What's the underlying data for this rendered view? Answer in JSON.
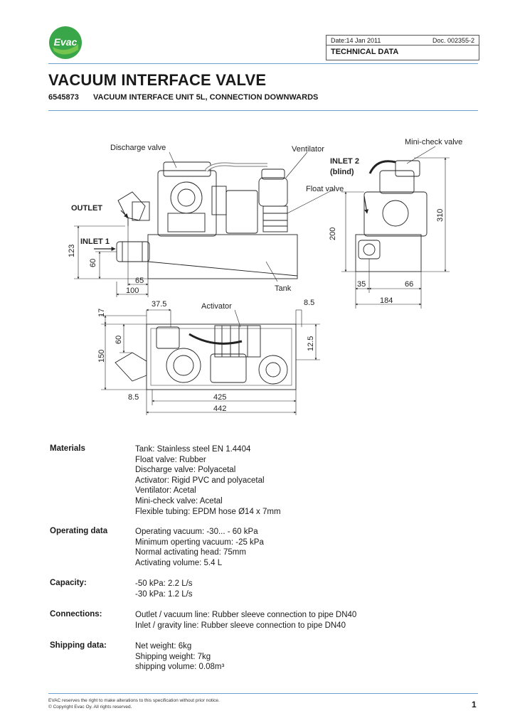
{
  "logo": {
    "text": "Evac"
  },
  "header": {
    "date": "Date:14 Jan 2011",
    "doc": "Doc.  002355-2",
    "section": "TECHNICAL DATA"
  },
  "title": "VACUUM INTERFACE VALVE",
  "subtitle": {
    "code": "6545873",
    "text": "VACUUM INTERFACE UNIT 5L, CONNECTION DOWNWARDS"
  },
  "drawing": {
    "labels": {
      "discharge_valve": "Discharge valve",
      "ventilator": "Ventilator",
      "mini_check_valve": "Mini-check valve",
      "inlet2": "INLET 2",
      "blind": "(blind)",
      "float_valve": "Float valve",
      "outlet": "OUTLET",
      "inlet1": "INLET 1",
      "tank": "Tank",
      "activator": "Activator"
    },
    "dims": {
      "d123": "123",
      "d60a": "60",
      "d65": "65",
      "d100": "100",
      "d200": "200",
      "d310": "310",
      "d35": "35",
      "d66": "66",
      "d184": "184",
      "d37_5": "37.5",
      "d8_5a": "8.5",
      "d17": "17",
      "d60b": "60",
      "d150": "150",
      "d12_5": "12.5",
      "d8_5b": "8.5",
      "d425": "425",
      "d442": "442"
    }
  },
  "specs": [
    {
      "label": "Materials",
      "lines": [
        "Tank: Stainless steel EN 1.4404",
        "Float valve: Rubber",
        "Discharge valve: Polyacetal",
        "Activator: Rigid PVC and polyacetal",
        "Ventilator: Acetal",
        "Mini-check valve: Acetal",
        "Flexible tubing: EPDM hose Ø14 x 7mm"
      ]
    },
    {
      "label": "Operating data",
      "lines": [
        "Operating vacuum: -30... - 60 kPa",
        "Minimum operting vacuum: -25 kPa",
        "Normal activating head: 75mm",
        "Activating volume: 5.4 L"
      ]
    },
    {
      "label": "Capacity:",
      "lines": [
        "-50 kPa: 2.2 L/s",
        "-30 kPa: 1.2 L/s"
      ]
    },
    {
      "label": "Connections:",
      "lines": [
        "Outlet / vacuum line: Rubber sleeve connection to pipe DN40",
        "Inlet  / gravity line: Rubber sleeve connection to pipe DN40"
      ]
    },
    {
      "label": "Shipping data:",
      "lines": [
        "Net weight: 6kg",
        "Shipping weight: 7kg",
        "shipping volume: 0.08m³"
      ]
    }
  ],
  "footer": {
    "line1": "EVAC reserves the right to make alterations to this specification without  prior notice.",
    "line2": "© Copyright Evac Oy. All rights reserved."
  },
  "page_number": "1",
  "colors": {
    "logo_green": "#3aa64a",
    "rule_blue": "#6a9fcf"
  }
}
